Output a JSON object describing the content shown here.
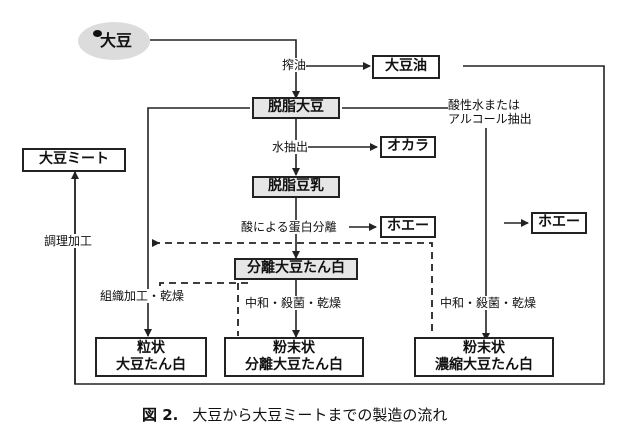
{
  "nodes": {
    "daizu": "大豆",
    "daizu_yu": "大豆油",
    "dashi_daizu": "脱脂大豆",
    "daizu_meat": "大豆ミート",
    "okara": "オカラ",
    "dashi_tonyu": "脱脂豆乳",
    "whey_1": "ホエー",
    "whey_2": "ホエー",
    "bunri_protein": "分離大豆たん白",
    "ryujo": [
      "粒状",
      "大豆たん白"
    ],
    "funmatsu_bunri": [
      "粉末状",
      "分離大豆たん白"
    ],
    "funmatsu_noshuku": [
      "粉末状",
      "濃縮大豆たん白"
    ]
  },
  "labels": {
    "sakuyu": "搾油",
    "mizu_chushutsu": "水抽出",
    "san_bunri": "酸による蛋白分離",
    "sanseisui": [
      "酸性水または",
      "アルコール抽出"
    ],
    "chouri": "調理加工",
    "soshiki": "組織加工・乾燥",
    "chuwa_1": "中和・殺菌・乾燥",
    "chuwa_2": "中和・殺菌・乾燥"
  },
  "caption": {
    "number": "図 2.",
    "text": "大豆から大豆ミートまでの製造の流れ"
  }
}
